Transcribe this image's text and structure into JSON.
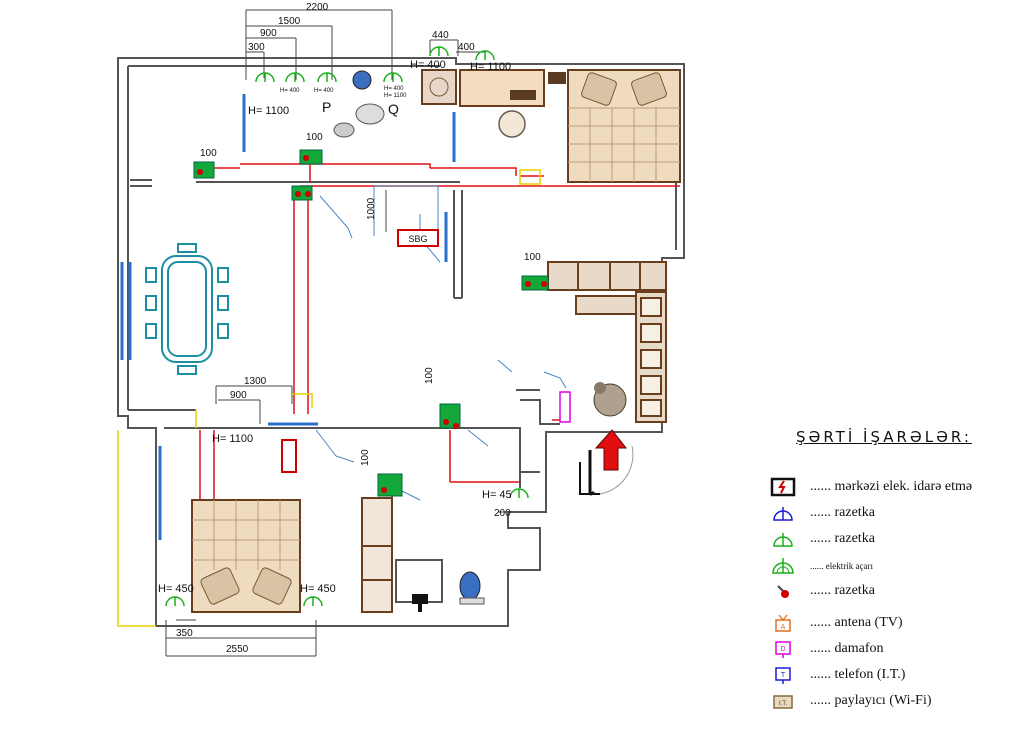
{
  "plan": {
    "dims": {
      "d2200": "2200",
      "d1500": "1500",
      "d900a": "900",
      "d300": "300",
      "d440": "440",
      "d400": "400",
      "d100a": "100",
      "d100b": "100",
      "d1000": "1000",
      "d100c": "100",
      "d1300": "1300",
      "d900b": "900",
      "d100d": "100",
      "d100e": "100",
      "d200": "200",
      "d350": "350",
      "d2550": "2550"
    },
    "heights": {
      "h1100a": "H= 1100",
      "h400": "H= 400",
      "h1100b": "H= 1100",
      "h1100c": "H= 1100",
      "h45": "H= 45",
      "h450a": "H= 450",
      "h450b": "H= 450",
      "small400a": "H= 400",
      "small400b": "H= 400",
      "small400c": "H= 400",
      "small1100": "H= 1100"
    },
    "letters": {
      "p": "P",
      "q": "Q"
    }
  },
  "legend": {
    "title": "ŞƏRTİ  İŞARƏLƏR:",
    "items": [
      {
        "icon": "electrical-panel-icon",
        "text": "...... mərkəzi elek. idarə etmə",
        "color": "#d00000"
      },
      {
        "icon": "socket-blue-icon",
        "text": "...... razetka",
        "color": "#1a1ad6"
      },
      {
        "icon": "socket-green-icon",
        "text": "...... razetka",
        "color": "#19b019"
      },
      {
        "icon": "power-socket-icon",
        "text": "...... elektrik açarı",
        "color": "#19b019"
      },
      {
        "icon": "switch-red-icon",
        "text": "...... razetka",
        "color": "#d00000"
      },
      {
        "icon": "antenna-tv-icon",
        "text": "...... antena (TV)",
        "color": "#e07020"
      },
      {
        "icon": "intercom-icon",
        "text": "...... damafon",
        "color": "#e000e0"
      },
      {
        "icon": "telephone-icon",
        "text": "...... telefon (I.T.)",
        "color": "#1a1ad6"
      },
      {
        "icon": "wifi-distributor-icon",
        "text": "...... paylayıcı (Wi-Fi)",
        "color": "#8a6a3a"
      }
    ]
  }
}
